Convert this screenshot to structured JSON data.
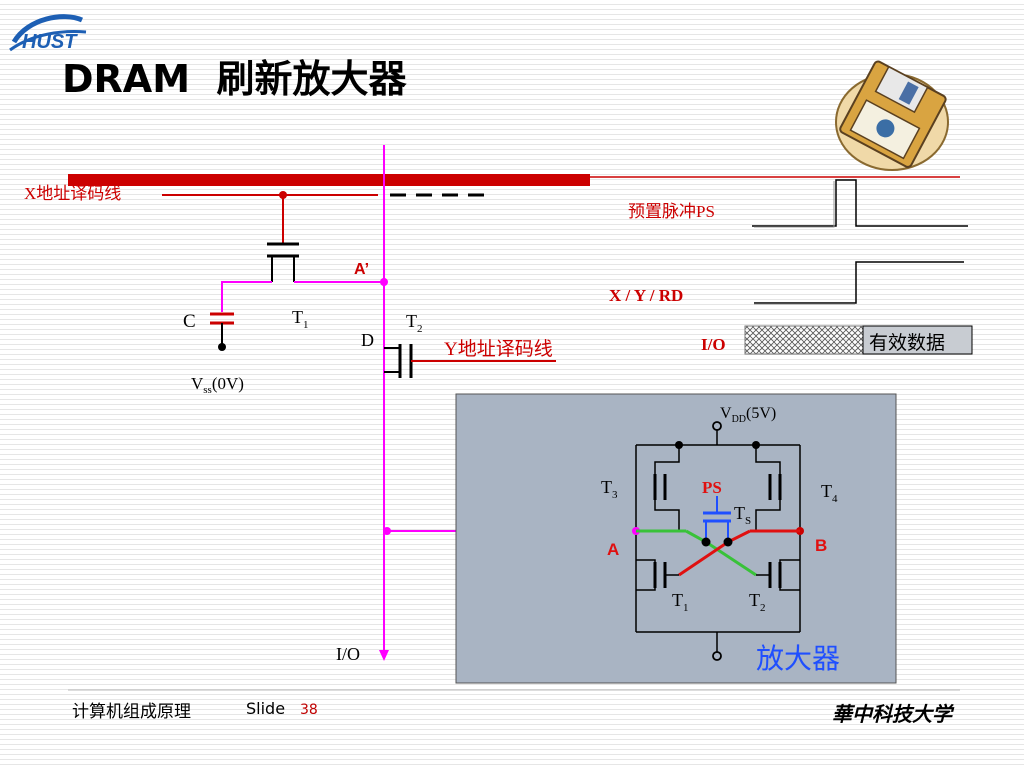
{
  "slide": {
    "title": "DRAM  刷新放大器",
    "footer_course": "计算机组成原理",
    "footer_slide_label": "Slide",
    "footer_slide_number": "38",
    "footer_university": "華中科技大学"
  },
  "logo": {
    "text": "HUST"
  },
  "colors": {
    "accent_red": "#cc0000",
    "bitline_magenta": "#ff00ff",
    "ps_blue": "#1f4fff",
    "amp_panel": "#a9b4c3",
    "green_line": "#39c239"
  },
  "diagram": {
    "x_decoder_label": "X地址译码线",
    "y_decoder_label": "Y地址译码线",
    "node_a_prime": "A’",
    "capacitor_c": "C",
    "vss_main": "V",
    "vss_sub": "ss",
    "vss_value": "(0V)",
    "t1_main": "T",
    "t1_sub": "1",
    "t2_main": "T",
    "t2_sub": "2",
    "d_label": "D",
    "io_bottom": "I/O",
    "amp": {
      "vdd_main": "V",
      "vdd_sub": "DD",
      "vdd_value": "(5V)",
      "t3_main": "T",
      "t3_sub": "3",
      "t4_main": "T",
      "t4_sub": "4",
      "ps": "PS",
      "ts_main": "T",
      "ts_sub": "S",
      "node_a": "A",
      "node_b": "B",
      "t1_main": "T",
      "t1_sub": "1",
      "t2_main": "T",
      "t2_sub": "2",
      "label": "放大器"
    }
  },
  "timing": {
    "ps_label": "预置脉冲PS",
    "rd_label": "X /  Y   /   RD",
    "io_label": "I/O",
    "valid_data": "有效数据"
  }
}
